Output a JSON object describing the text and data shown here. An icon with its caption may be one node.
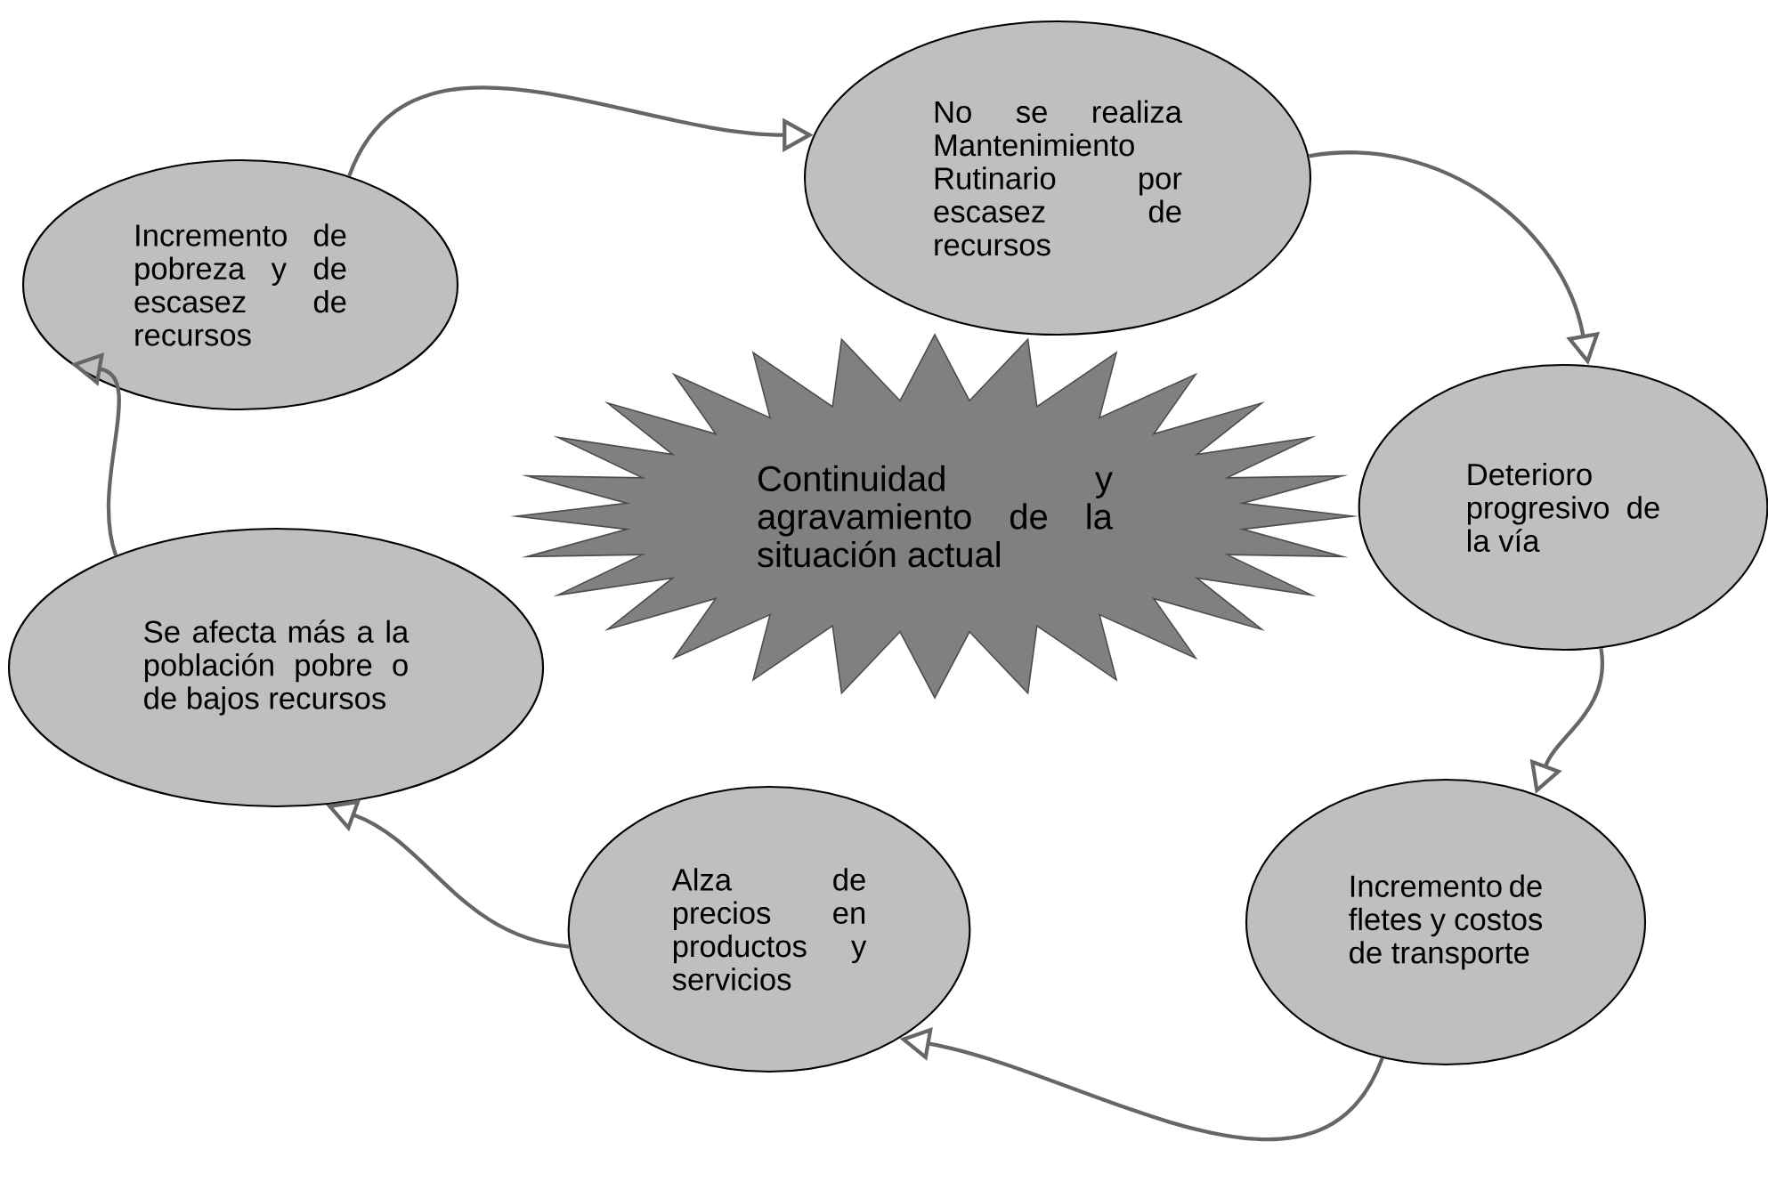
{
  "diagram": {
    "nodes": [
      {
        "text": [
          "No se realiza Mantenimiento Rutinario por escasez de recursos"
        ]
      },
      {
        "text": [
          "Incremento de pobreza y de escasez de recursos"
        ]
      },
      {
        "text": [
          "Deterioro progresivo de la vía"
        ]
      },
      {
        "text": [
          "Continuidad y agravamiento de la situación actual"
        ]
      },
      {
        "text": [
          "Se afecta más a la población pobre o de bajos recursos"
        ]
      },
      {
        "text": [
          "Alza de precios en productos y servicios"
        ]
      },
      {
        "text": [
          "Incremento de fletes y costos de transporte"
        ]
      }
    ],
    "edges": [
      {
        "from": 1,
        "to": 0,
        "arrow": "to"
      },
      {
        "from": 0,
        "to": 2,
        "arrow": "to"
      },
      {
        "from": 2,
        "to": 6,
        "arrow": "to"
      },
      {
        "from": 6,
        "to": 5,
        "arrow": "to"
      },
      {
        "from": 5,
        "to": 4,
        "arrow": "to"
      },
      {
        "from": 4,
        "to": 1,
        "arrow": "to"
      }
    ]
  }
}
